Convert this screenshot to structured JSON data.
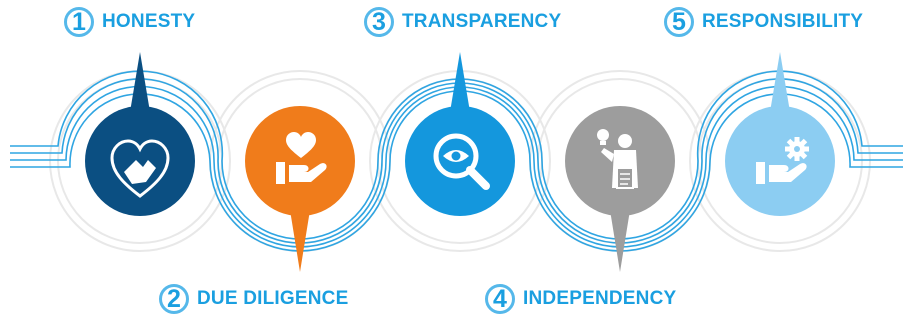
{
  "colors": {
    "honesty": "#0b4f82",
    "due_diligence": "#f07c1b",
    "transparency": "#1497dd",
    "independency": "#9d9d9d",
    "responsibility": "#8ccdf2",
    "label_text": "#1a9fe0",
    "badge_ring": "#55b8ea",
    "track_blue": "#2fa5e2",
    "track_grey": "#e6e6e6"
  },
  "items": [
    {
      "number": "1",
      "title": "HONESTY",
      "icon": "heart-hand-icon"
    },
    {
      "number": "2",
      "title": "DUE DILIGENCE",
      "icon": "hand-giving-heart-icon"
    },
    {
      "number": "3",
      "title": "TRANSPARENCY",
      "icon": "magnifier-eye-icon"
    },
    {
      "number": "4",
      "title": "INDEPENDENCY",
      "icon": "presenter-idea-icon"
    },
    {
      "number": "5",
      "title": "RESPONSIBILITY",
      "icon": "hand-gear-icon"
    }
  ]
}
